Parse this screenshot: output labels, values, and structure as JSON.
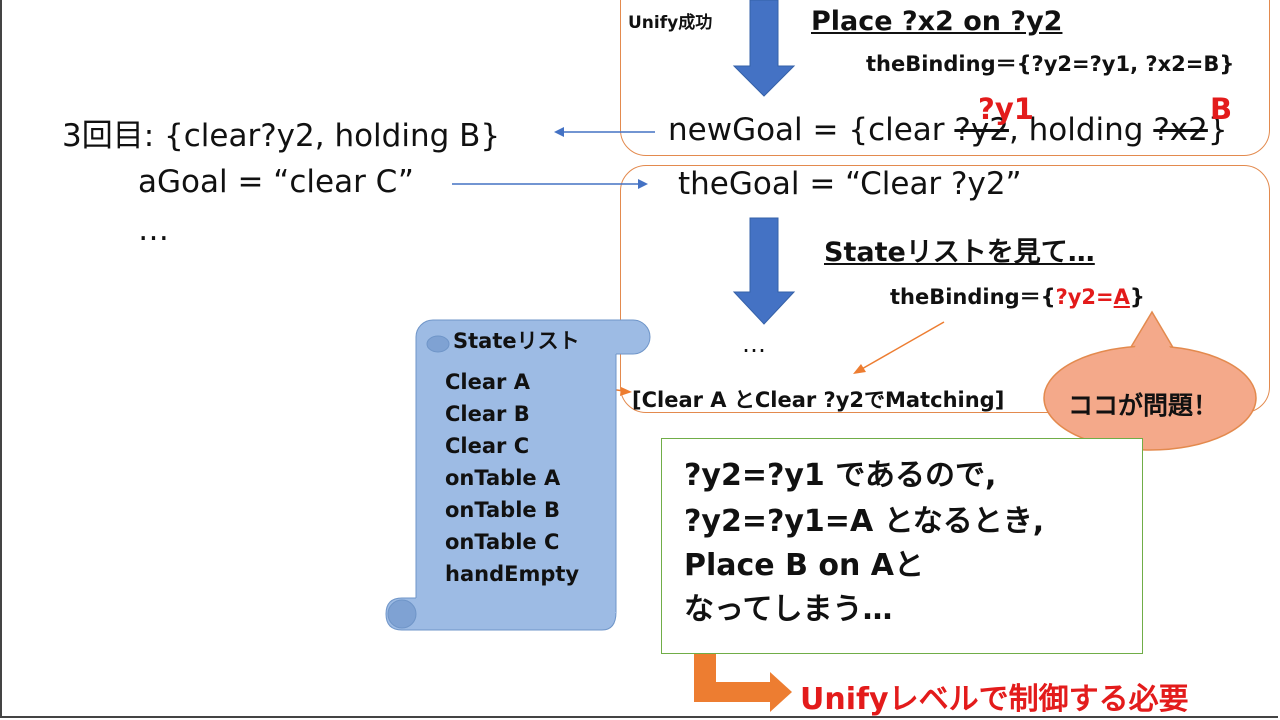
{
  "top": {
    "unify_label": "Unify成功",
    "place_title": "Place ?x2 on ?y2",
    "binding1": "theBinding＝{?y2=?y1, ?x2=B}",
    "new_goal_prefix": "newGoal = {clear ",
    "new_goal_var1": "?y2",
    "new_goal_middle": ", holding ",
    "new_goal_var2": "?x2",
    "new_goal_suffix": "}",
    "replace1": "?y1",
    "replace2": "B"
  },
  "left": {
    "third": "3回目: {clear?y2, holding B}",
    "agoal": "aGoal = “clear C”",
    "ellipsis": "…"
  },
  "middle": {
    "the_goal": "theGoal = “Clear ?y2”",
    "state_look": "Stateリストを見て…",
    "binding2_prefix": "theBinding＝{",
    "binding2_var": "?y2=",
    "binding2_val": "A",
    "binding2_suffix": "}",
    "ellipsis": "…",
    "matching": "[Clear A とClear ?y2でMatching]",
    "callout": "ココが問題！"
  },
  "state_list": {
    "title": "Stateリスト",
    "items": [
      "Clear A",
      "Clear B",
      "Clear C",
      "onTable A",
      "onTable B",
      "onTable C",
      "handEmpty"
    ]
  },
  "note": {
    "lines": [
      "?y2=?y1  であるので,",
      "?y2=?y1=A となるとき,",
      "Place B on Aと",
      "なってしまう…"
    ]
  },
  "conclusion": "Unifyレベルで制御する必要",
  "colors": {
    "arrow_blue": "#4472c4",
    "scroll_fill": "#9dbbe4",
    "orange_border": "#e38a4e",
    "callout_fill": "#f4a98a",
    "red": "#e31b1b",
    "green_border": "#70ad47",
    "orange_arrow": "#ed7d31"
  }
}
